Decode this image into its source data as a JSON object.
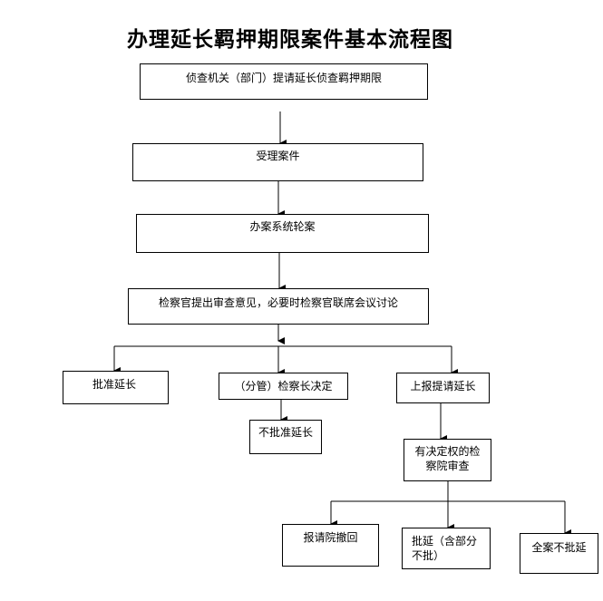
{
  "title": "办理延长羁押期限案件基本流程图",
  "nodes": {
    "apply": "侦查机关（部门）提请延长侦查羁押期限",
    "accept": "受理案件",
    "assign": "办案系统轮案",
    "review": "检察官提出审查意见，必要时检察官联席会议讨论",
    "approve": "批准延长",
    "chief_decide": "（分管）检察长决定",
    "not_approve": "不批准延长",
    "report": "上报提请延长",
    "authority_review": "有决定权的检察院审查",
    "withdraw": "报请院撤回",
    "partial_approve": "批延（含部分不批）",
    "full_reject": "全案不批延"
  }
}
